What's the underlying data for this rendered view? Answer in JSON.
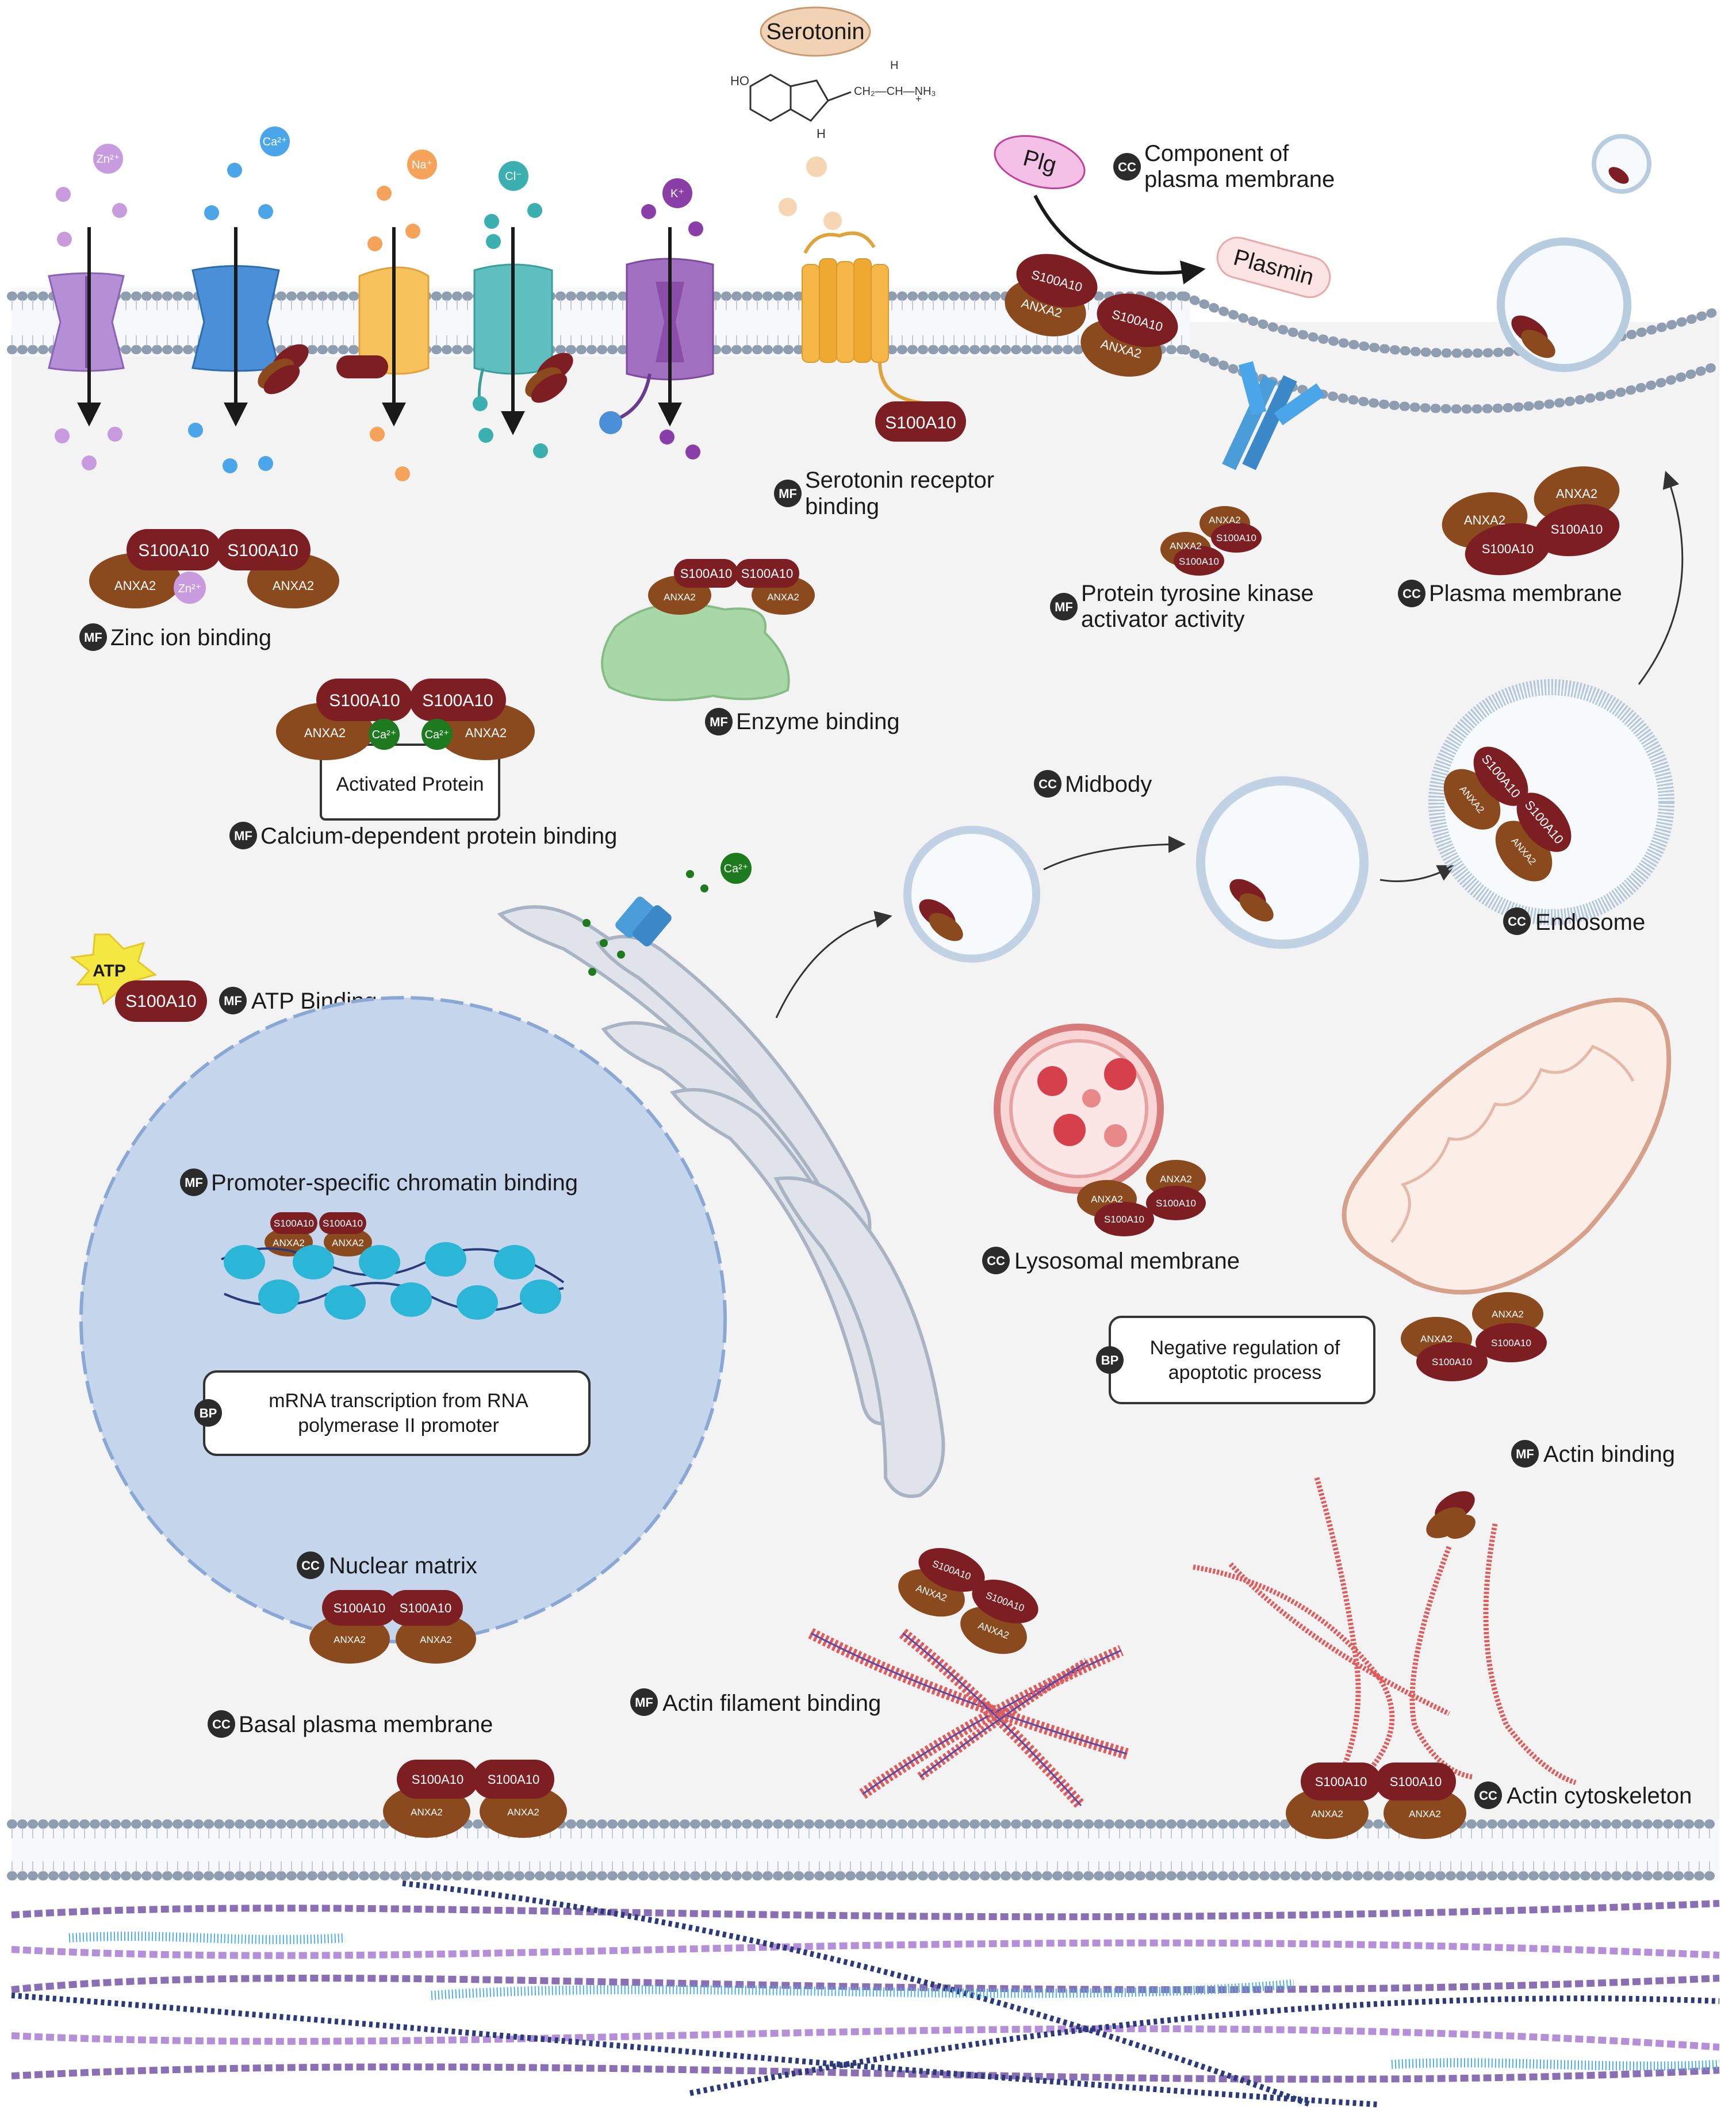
{
  "labels": {
    "serotonin": "Serotonin",
    "plg": "Plg",
    "plasmin": "Plasmin",
    "component_pm_1": "Component of",
    "component_pm_2": "plasma membrane",
    "serotonin_rb_1": "Serotonin receptor",
    "serotonin_rb_2": "binding",
    "zinc": "Zinc ion binding",
    "enzyme": "Enzyme binding",
    "ptk_1": "Protein tyrosine kinase",
    "ptk_2": "activator activity",
    "plasma_membrane": "Plasma membrane",
    "calcium_dep": "Calcium-dependent protein binding",
    "activated_protein": "Activated Protein",
    "midbody": "Midbody",
    "endosome": "Endosome",
    "atp": "ATP",
    "atp_binding": "ATP Binding",
    "promoter": "Promoter-specific chromatin binding",
    "mrna_1": "mRNA transcription from RNA",
    "mrna_2": "polymerase II promoter",
    "lysosomal": "Lysosomal membrane",
    "neg_reg_1": "Negative regulation of",
    "neg_reg_2": "apoptotic process",
    "actin_binding": "Actin binding",
    "nuclear_matrix": "Nuclear matrix",
    "basal_pm": "Basal plasma membrane",
    "actin_filament": "Actin filament binding",
    "actin_cyto": "Actin cytoskeleton"
  },
  "badges": {
    "mf": "MF",
    "cc": "CC",
    "bp": "BP"
  },
  "proteins": {
    "s100": "S100A10",
    "anxa": "ANXA2"
  },
  "ions": {
    "zn": "Zn²⁺",
    "ca": "Ca²⁺",
    "na": "Na⁺",
    "cl": "Cl⁻",
    "k": "K⁺"
  },
  "chem": {
    "ho": "HO",
    "h": "H",
    "nh": "H",
    "chain": "CH₂—CH—NH₃",
    "plus": "+"
  },
  "colors": {
    "s100": "#7d1f22",
    "anxa": "#8b4a1d",
    "badge": "#2b2b2b",
    "membrane": "#8f9db0",
    "cytoplasm": "#f3f3f4",
    "nucleus": "#c5d5ec",
    "golgi": "#e0e4ea",
    "actin": "#e05b5b"
  }
}
